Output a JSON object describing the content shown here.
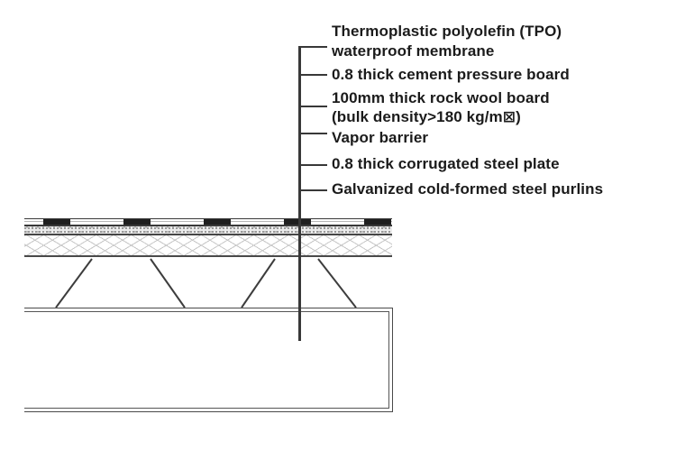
{
  "diagram": {
    "kind": "roof-assembly-construction-section",
    "colors": {
      "line": "#3d3d3d",
      "text": "#1b1b1b",
      "hatch": "#c6c6c6",
      "membrane_dash": "#1f1f1f",
      "background": "#ffffff"
    },
    "labels": [
      {
        "id": "tpo-membrane",
        "lines": [
          "Thermoplastic polyolefin (TPO)",
          "waterproof membrane"
        ]
      },
      {
        "id": "cement-board",
        "lines": [
          "0.8 thick cement pressure board"
        ]
      },
      {
        "id": "rock-wool",
        "lines": [
          "100mm thick rock wool board",
          "(bulk density>180 kg/m⊠)"
        ]
      },
      {
        "id": "vapor-barrier",
        "lines": [
          "Vapor barrier"
        ]
      },
      {
        "id": "corrugated-plate",
        "lines": [
          "0.8 thick corrugated steel plate"
        ]
      },
      {
        "id": "purlins",
        "lines": [
          "Galvanized cold-formed steel purlins"
        ]
      }
    ]
  }
}
